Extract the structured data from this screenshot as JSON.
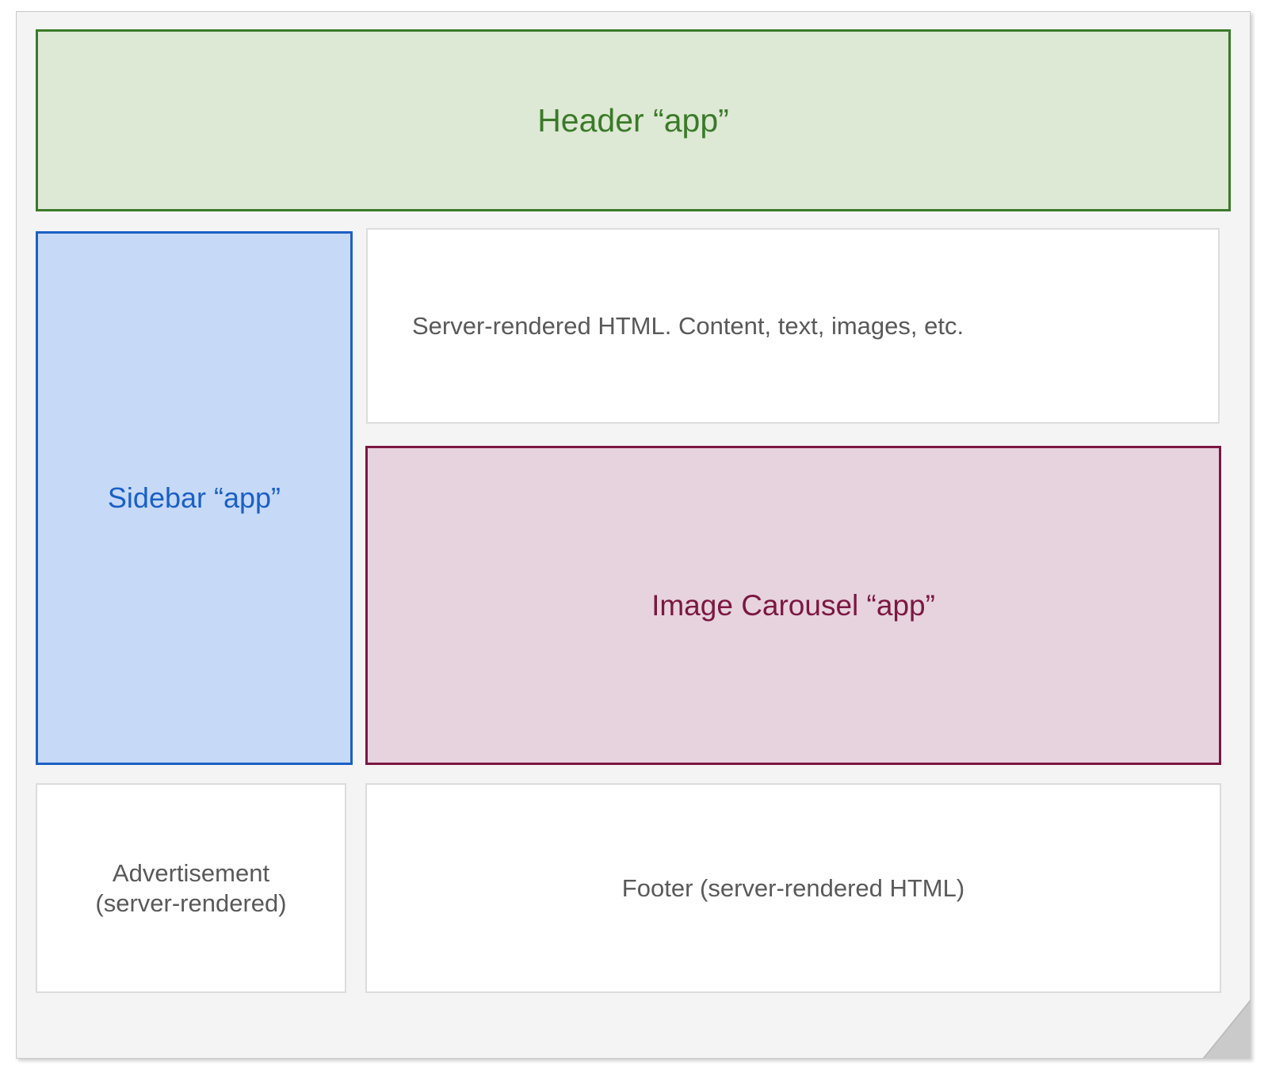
{
  "diagram": {
    "title": "Micro-frontend page composition diagram",
    "page": {
      "background_color": "#f4f4f4",
      "border_color": "#c9c9c9",
      "corner_fold": "page-fold-corner"
    },
    "boxes": {
      "header": {
        "label": "Header “app”",
        "fill": "#dde9d4",
        "stroke": "#3a7a29",
        "text_color": "#3a7a29",
        "align": "center"
      },
      "sidebar": {
        "label": "Sidebar “app”",
        "fill": "#c6d9f7",
        "stroke": "#1a60c4",
        "text_color": "#1a60c4",
        "align": "center"
      },
      "content": {
        "label": "Server-rendered HTML. Content, text, images, etc.",
        "fill": "#ffffff",
        "stroke": "#dcdcdc",
        "text_color": "#595959",
        "align": "left"
      },
      "carousel": {
        "label": "Image Carousel “app”",
        "fill": "#e6d3de",
        "stroke": "#7b1742",
        "text_color": "#7b1742",
        "align": "center"
      },
      "advertisement": {
        "label": "Advertisement\n(server-rendered)",
        "fill": "#ffffff",
        "stroke": "#dcdcdc",
        "text_color": "#595959",
        "align": "center"
      },
      "footer": {
        "label": "Footer (server-rendered HTML)",
        "fill": "#ffffff",
        "stroke": "#dcdcdc",
        "text_color": "#595959",
        "align": "center"
      }
    }
  }
}
